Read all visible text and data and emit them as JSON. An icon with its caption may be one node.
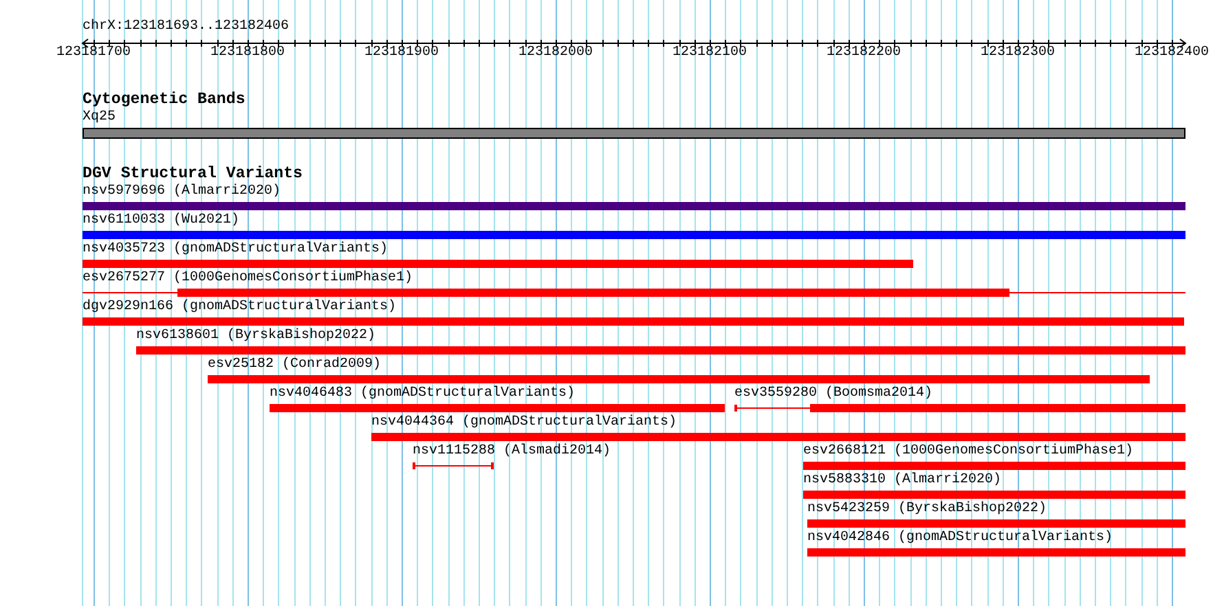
{
  "diagram": {
    "nodes": [
      {
        "text": [
          "Xq25"
        ]
      },
      {
        "text": [
          "nsv5979696 (Almarri2020)"
        ]
      },
      {
        "text": [
          "nsv6110033 (Wu2021)"
        ]
      },
      {
        "text": [
          "nsv4035723 (gnomADStructuralVariants)"
        ]
      },
      {
        "text": [
          "esv2675277 (1000GenomesConsortiumPhase1)"
        ]
      },
      {
        "text": [
          "dgv2929n166 (gnomADStructuralVariants)"
        ]
      },
      {
        "text": [
          "nsv6138601 (ByrskaBishop2022)"
        ]
      },
      {
        "text": [
          "esv25182 (Conrad2009)"
        ]
      },
      {
        "text": [
          "nsv4046483 (gnomADStructuralVariants)"
        ]
      },
      {
        "text": [
          "esv3559280 (Boomsma2014)"
        ]
      },
      {
        "text": [
          "nsv4044364 (gnomADStructuralVariants)"
        ]
      },
      {
        "text": [
          "nsv1115288 (Alsmadi2014)"
        ]
      },
      {
        "text": [
          "esv2668121 (1000GenomesConsortiumPhase1)"
        ]
      },
      {
        "text": [
          "nsv5883310 (Almarri2020)"
        ]
      },
      {
        "text": [
          "nsv5423259 (ByrskaBishop2022)"
        ]
      },
      {
        "text": [
          "nsv4042846 (gnomADStructuralVariants)"
        ]
      }
    ],
    "labels": [
      "chrX:123181693..123182406",
      "123181700",
      "123181800",
      "123181900",
      "123182000",
      "123182100",
      "123182200",
      "123182300",
      "123182400",
      "Cytogenetic Bands",
      "DGV Structural Variants"
    ]
  }
}
